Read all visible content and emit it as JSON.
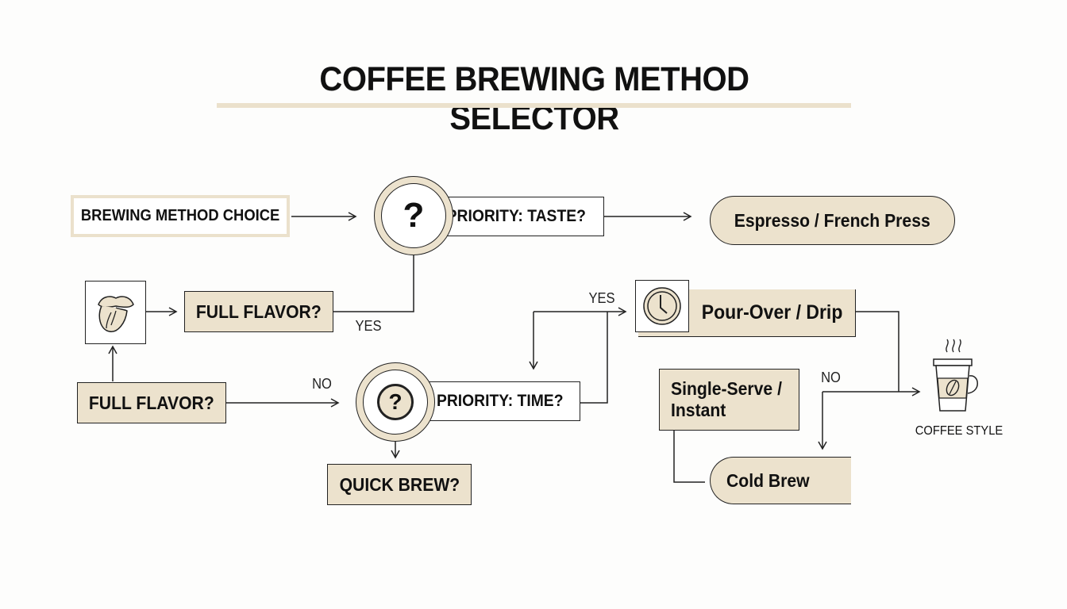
{
  "title": "COFFEE BREWING METHOD SELECTOR",
  "colors": {
    "accent_tan": "#ece2cd",
    "underline": "#ebe1cc",
    "stroke": "#222222",
    "background": "#fdfdfc"
  },
  "nodes": {
    "start": {
      "label": "BREWING METHOD CHOICE",
      "shape": "rectangle-outlined-tan"
    },
    "taste_decision": {
      "label": "PRIORITY: TASTE?",
      "icon": "question-mark-icon"
    },
    "espresso": {
      "label": "Espresso / French Press",
      "shape": "pill"
    },
    "taste_icon": {
      "icon": "tongue-icon"
    },
    "full_flavor_top": {
      "label": "FULL FLAVOR?"
    },
    "full_flavor_bottom": {
      "label": "FULL FLAVOR?"
    },
    "time_decision": {
      "label": "PRIORITY: TIME?",
      "icon": "question-circle-icon"
    },
    "quick_brew": {
      "label": "QUICK BREW?"
    },
    "pour_over": {
      "label": "Pour-Over / Drip",
      "icon": "clock-icon"
    },
    "single_serve": {
      "label_line1": "Single-Serve /",
      "label_line2": "Instant"
    },
    "cold_brew": {
      "label": "Cold Brew"
    },
    "coffee_style": {
      "label": "COFFEE STYLE",
      "icon": "coffee-cup-icon"
    }
  },
  "edge_labels": {
    "yes_taste": "YES",
    "no_flavor": "NO",
    "yes_time": "YES",
    "no_time": "NO"
  }
}
